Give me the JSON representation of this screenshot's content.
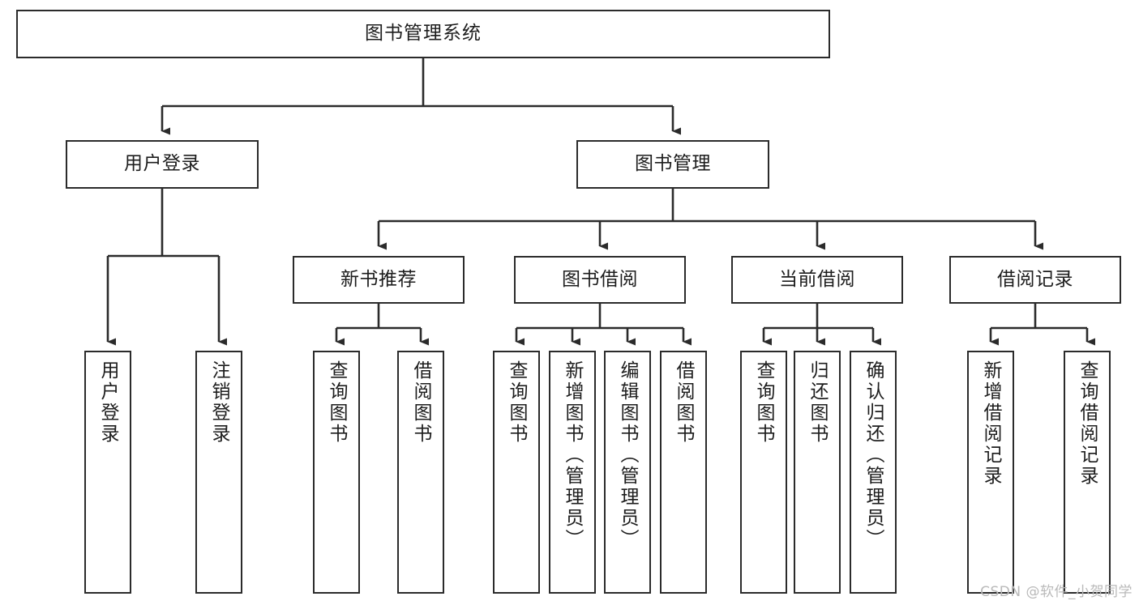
{
  "diagram": {
    "type": "tree",
    "title": "图书管理系统",
    "colors": {
      "background": "#ffffff",
      "box_border": "#2b2b2b",
      "box_fill": "#ffffff",
      "text": "#1d1d1d",
      "connector": "#2b2b2b",
      "watermark": "#b9b9b9"
    },
    "root": {
      "label": "图书管理系统"
    },
    "level2": [
      {
        "label": "用户登录"
      },
      {
        "label": "图书管理"
      }
    ],
    "level3": [
      {
        "label": "新书推荐"
      },
      {
        "label": "图书借阅"
      },
      {
        "label": "当前借阅"
      },
      {
        "label": "借阅记录"
      }
    ],
    "leaves": {
      "user_login": [
        {
          "label": "用户登录"
        },
        {
          "label": "注销登录"
        }
      ],
      "new_book": [
        {
          "label": "查询图书"
        },
        {
          "label": "借阅图书"
        }
      ],
      "book_borrow": [
        {
          "label": "查询图书"
        },
        {
          "label": "新增图书（管理员）"
        },
        {
          "label": "编辑图书（管理员）"
        },
        {
          "label": "借阅图书"
        }
      ],
      "current_borrow": [
        {
          "label": "查询图书"
        },
        {
          "label": "归还图书"
        },
        {
          "label": "确认归还（管理员）"
        }
      ],
      "borrow_record": [
        {
          "label": "新增借阅记录"
        },
        {
          "label": "查询借阅记录"
        }
      ]
    },
    "watermark": "CSDN @软件_小贺同学"
  }
}
